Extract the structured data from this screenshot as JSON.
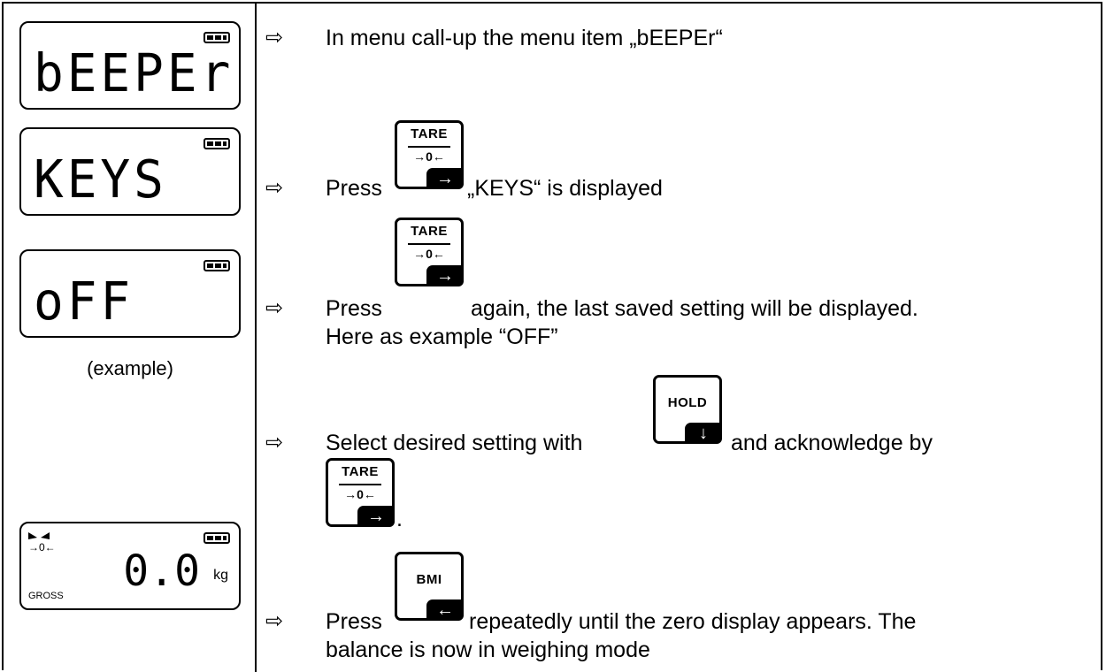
{
  "displays": [
    {
      "text": "bEEPEr"
    },
    {
      "text": "KEYS"
    },
    {
      "text": "oFF"
    },
    {
      "zero": {
        "value": "0.0",
        "unit": "kg",
        "mode": "GROSS",
        "zero_symbol": "→0←"
      }
    }
  ],
  "caption": "(example)",
  "steps": {
    "s1": "In menu call-up the menu item „bEEPEr“",
    "s2": "„KEYS“ is displayed",
    "s2_pre": "Press",
    "s3_pre": "Press",
    "s3_a": "again, the last saved setting will be displayed.",
    "s3_b": "Here as example “OFF”",
    "s4_a": "Select desired setting with",
    "s4_b": "and acknowledge by",
    "s4_end": ".",
    "s5_pre": "Press",
    "s5_a": "repeatedly until the zero display appears. The",
    "s5_b": "balance is now in weighing mode"
  },
  "keys": {
    "tare": {
      "label": "TARE",
      "sub": "→0←",
      "arrow": "→"
    },
    "hold": {
      "label": "HOLD",
      "arrow": "↓"
    },
    "bmi": {
      "label": "BMI",
      "arrow": "←"
    }
  },
  "arrow_glyph": "⇨"
}
